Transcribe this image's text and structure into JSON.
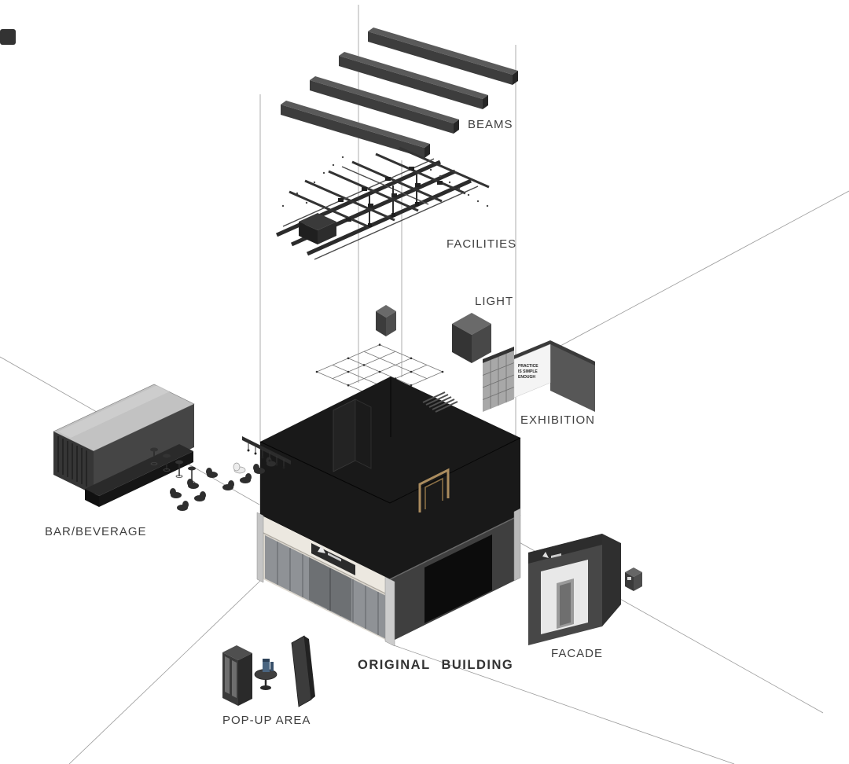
{
  "labels": {
    "beams": "BEAMS",
    "facilities": "FACILITIES",
    "light": "LIGHT",
    "exhibition": "EXHIBITION",
    "bar_beverage": "BAR/BEVERAGE",
    "original_building": "ORIGINAL  BUILDING",
    "facade": "FACADE",
    "popup_area": "POP-UP AREA"
  },
  "poster": {
    "line1": "PRACTICE",
    "line2": "IS SIMPLE",
    "line3": "ENOUGH"
  },
  "colors": {
    "background": "#ffffff",
    "label_ink": "#3f3f3f",
    "building_dark": "#191919",
    "wall_beige": "#ddd8cf",
    "guide_line": "#9a9a9a",
    "door_frame_tan": "#ab8c5e"
  }
}
